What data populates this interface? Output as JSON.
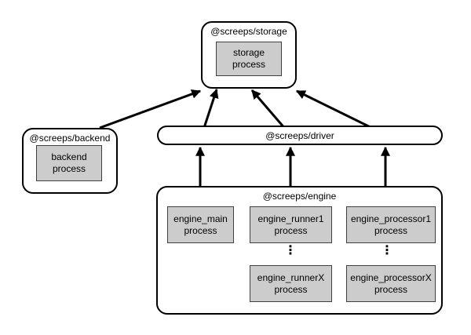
{
  "diagram": {
    "background": "#ffffff",
    "process_fill": "#cccccc",
    "process_border": "#404040",
    "node_border": "#000000",
    "arrow_color": "#000000",
    "nodes": {
      "storage": {
        "label": "@screeps/storage",
        "process": {
          "line1": "storage",
          "line2": "process"
        }
      },
      "backend": {
        "label": "@screeps/backend",
        "process": {
          "line1": "backend",
          "line2": "process"
        }
      },
      "driver": {
        "label": "@screeps/driver"
      },
      "engine": {
        "label": "@screeps/engine",
        "ellipsis": "⋮",
        "processes": {
          "main": {
            "line1": "engine_main",
            "line2": "process"
          },
          "runner1": {
            "line1": "engine_runner1",
            "line2": "process"
          },
          "runnerX": {
            "line1": "engine_runnerX",
            "line2": "process"
          },
          "processor1": {
            "line1": "engine_processor1",
            "line2": "process"
          },
          "processorX": {
            "line1": "engine_processorX",
            "line2": "process"
          }
        }
      }
    },
    "edges": [
      {
        "from": "backend",
        "to": "storage"
      },
      {
        "from": "driver",
        "to": "storage"
      },
      {
        "from": "driver",
        "to": "storage"
      },
      {
        "from": "driver",
        "to": "storage"
      },
      {
        "from": "engine",
        "to": "driver"
      },
      {
        "from": "engine",
        "to": "driver"
      },
      {
        "from": "engine",
        "to": "driver"
      }
    ]
  }
}
